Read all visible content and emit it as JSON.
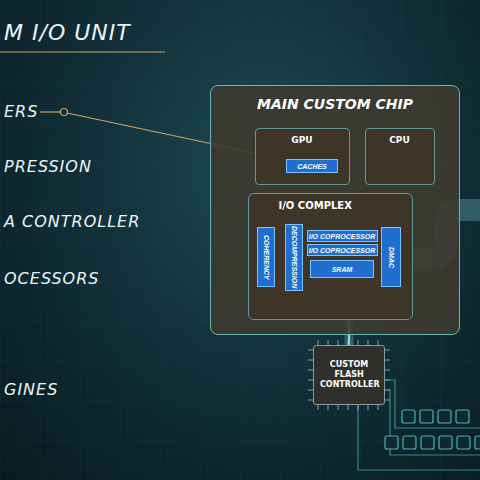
{
  "diagram": {
    "title": "M I/O UNIT",
    "nodes": [
      {
        "text": [
          "MAIN CUSTOM CHIP"
        ]
      },
      {
        "text": [
          "GPU"
        ],
        "in": 0
      },
      {
        "text": [
          "CACHES"
        ],
        "in": 1
      },
      {
        "text": [
          "CPU"
        ],
        "in": 0
      },
      {
        "text": [
          "I/O COMPLEX"
        ],
        "in": 0
      },
      {
        "text": [
          "COHERENCY"
        ],
        "in": 4
      },
      {
        "text": [
          "DECOMPRESSION"
        ],
        "in": 4
      },
      {
        "text": [
          "I/O COPROCESSOR"
        ],
        "in": 4
      },
      {
        "text": [
          "I/O COPROCESSOR"
        ],
        "in": 4
      },
      {
        "text": [
          "SRAM"
        ],
        "in": 4
      },
      {
        "text": [
          "DMAC"
        ],
        "in": 4
      },
      {
        "text": [
          "CUSTOM FLASH CONTROLLER"
        ]
      }
    ],
    "edges": [
      {
        "from": 4,
        "to": 11,
        "arrow": "none"
      }
    ],
    "labels": [
      "ERS",
      "PRESSION",
      "A CONTROLLER",
      "OCESSORS",
      "GINES"
    ]
  }
}
